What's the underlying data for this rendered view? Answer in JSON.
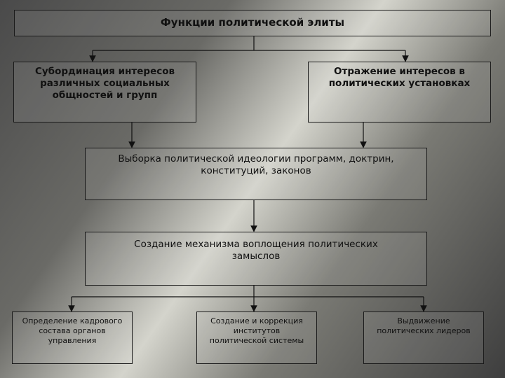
{
  "diagram": {
    "title": "Функции политической элиты",
    "left_top": "Субординация интересов различных социальных общностей и групп",
    "right_top": "Отражение интересов в политических установках",
    "middle_1": "Выборка политической идеологии программ, доктрин, конституций, законов",
    "middle_2": "Создание механизма воплощения политических замыслов",
    "bottom_left": "Определение кадрового состава органов управления",
    "bottom_center": "Создание и коррекция институтов политической системы",
    "bottom_right": "Выдвижение политических лидеров"
  }
}
